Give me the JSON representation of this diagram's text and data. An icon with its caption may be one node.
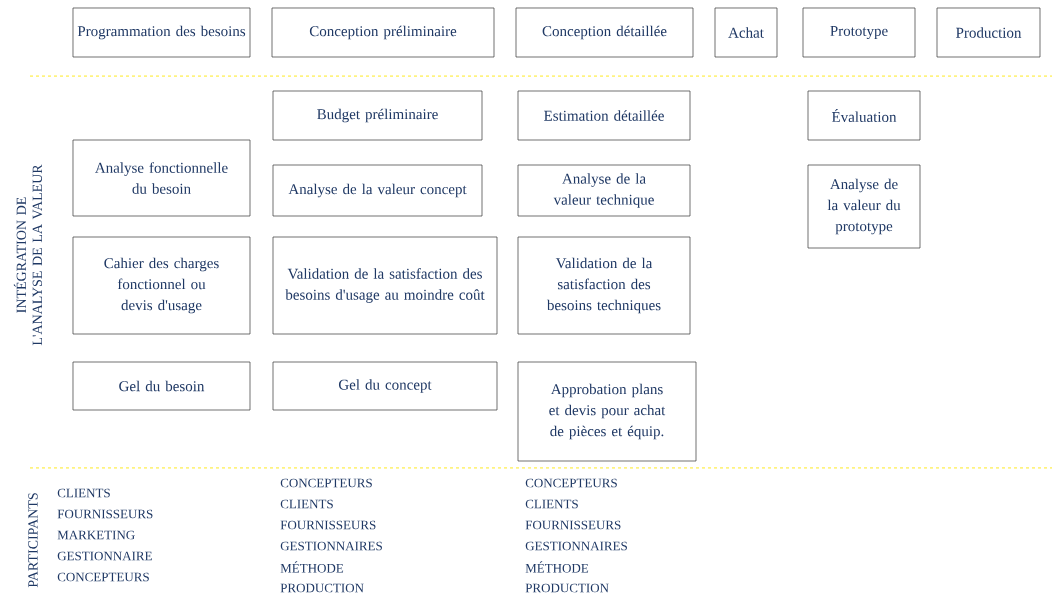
{
  "diagram": {
    "nodes": [
      {
        "text": [
          "Programmation des besoins"
        ]
      },
      {
        "text": [
          "Conception préliminaire"
        ]
      },
      {
        "text": [
          "Conception détaillée"
        ]
      },
      {
        "text": [
          "Achat"
        ]
      },
      {
        "text": [
          "Prototype"
        ]
      },
      {
        "text": [
          "Production"
        ]
      },
      {
        "text": [
          "Budget préliminaire"
        ]
      },
      {
        "text": [
          "Estimation détaillée"
        ]
      },
      {
        "text": [
          "Évaluation"
        ]
      },
      {
        "text": [
          "Analyse fonctionnelle du besoin"
        ]
      },
      {
        "text": [
          "Analyse de la valeur concept"
        ]
      },
      {
        "text": [
          "Analyse de la valeur technique"
        ]
      },
      {
        "text": [
          "Analyse de la valeur du prototype"
        ]
      },
      {
        "text": [
          "Cahier des charges fonctionnel ou devis d'usage"
        ]
      },
      {
        "text": [
          "Validation de la satisfaction des besoins d'usage au moindre coût"
        ]
      },
      {
        "text": [
          "Validation de la satisfaction des besoins techniques"
        ]
      },
      {
        "text": [
          "Gel du besoin"
        ]
      },
      {
        "text": [
          "Gel du concept"
        ]
      },
      {
        "text": [
          "Approbation plans et devis pour achat de pièces et équip."
        ]
      }
    ],
    "labels": [
      "INTÉGRATION DE L'ANALYSE DE LA VALEUR",
      "PARTICIPANTS",
      "CLIENTS",
      "FOURNISSEURS",
      "MARKETING",
      "GESTIONNAIRE",
      "CONCEPTEURS",
      "CONCEPTEURS",
      "CLIENTS",
      "FOURNISSEURS",
      "GESTIONNAIRES",
      "MÉTHODE",
      "PRODUCTION",
      "CONCEPTEURS",
      "CLIENTS",
      "FOURNISSEURS",
      "GESTIONNAIRES",
      "MÉTHODE",
      "PRODUCTION"
    ]
  }
}
